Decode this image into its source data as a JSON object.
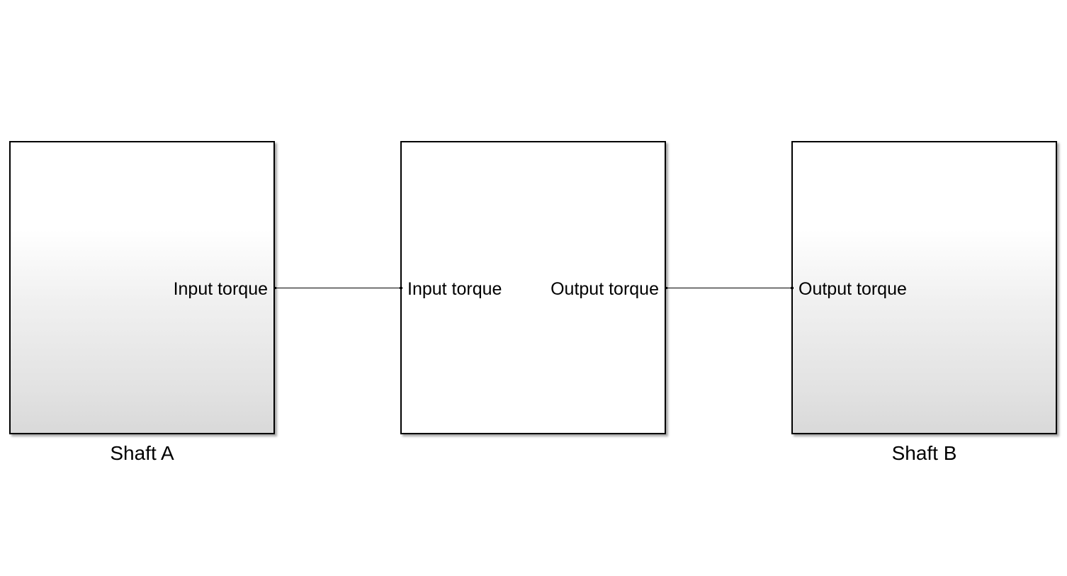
{
  "blocks": {
    "shaft_a": {
      "name": "Shaft A",
      "port_label": "Input torque"
    },
    "middle": {
      "input_port_label": "Input torque",
      "output_port_label": "Output torque"
    },
    "shaft_b": {
      "name": "Shaft B",
      "port_label": "Output torque"
    }
  },
  "colors": {
    "block_border": "#000000",
    "gradient_top": "#ffffff",
    "gradient_bottom": "#d9d9d9",
    "background": "#ffffff"
  }
}
